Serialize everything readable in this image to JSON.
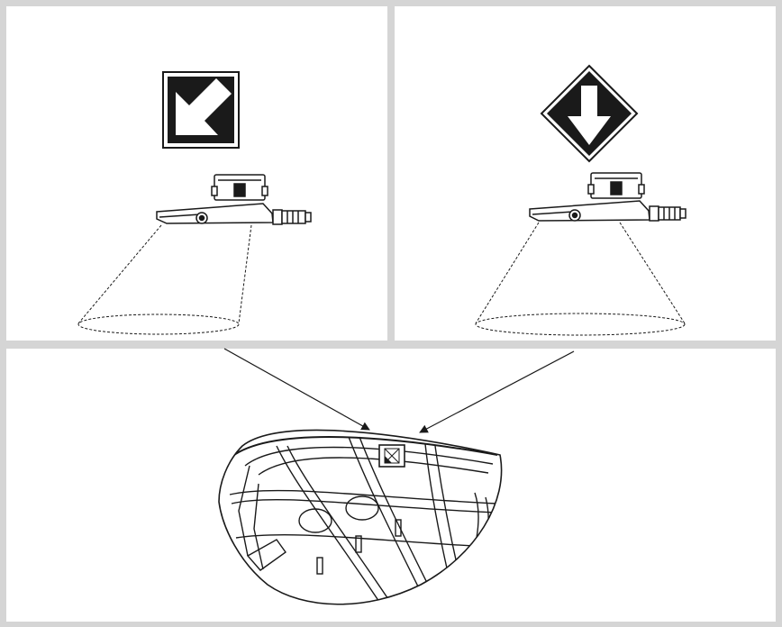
{
  "figure": {
    "panels": [
      {
        "id": "left",
        "sign": "diagonal-arrow-square-sign",
        "direction": "down-left"
      },
      {
        "id": "right",
        "sign": "down-arrow-diamond-sign",
        "direction": "down"
      }
    ],
    "detail": {
      "part": "housing-underside-detail",
      "marker": "mounting-direction-marker"
    }
  },
  "colors": {
    "background": "#d5d5d5",
    "panel": "#ffffff",
    "ink": "#1a1a1a"
  }
}
